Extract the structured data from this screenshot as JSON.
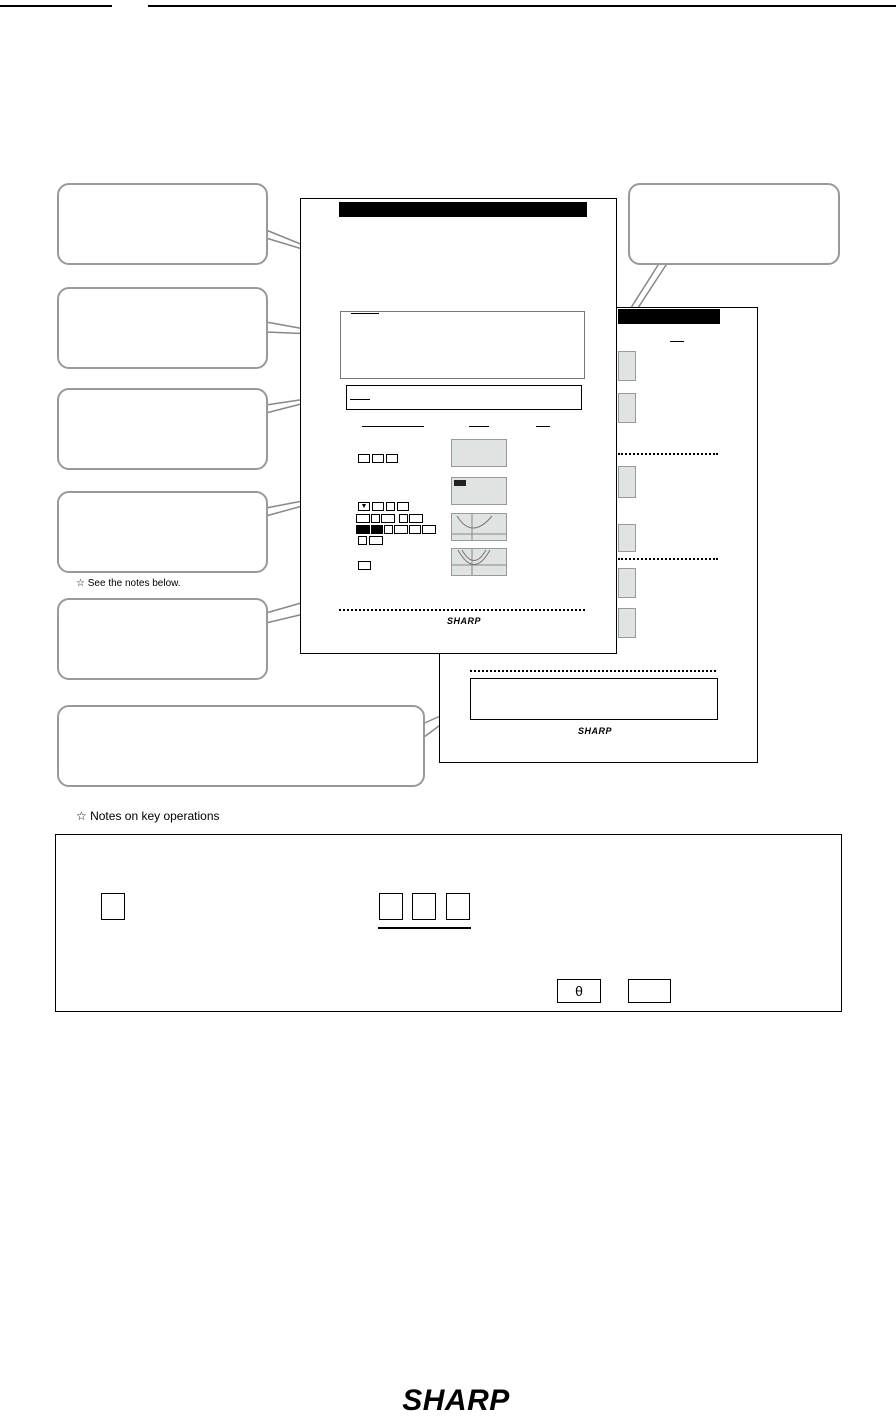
{
  "notes": {
    "see_notes_below": "☆ See the notes below.",
    "notes_heading": "☆ Notes on key operations"
  },
  "brand": {
    "sample_page_logo": "SHARP",
    "back_page_logo": "SHARP",
    "footer_logo": "SHARP"
  },
  "key_notes_panel": {
    "keys": [
      {
        "name": "blank-key",
        "label": ""
      },
      {
        "name": "key-1",
        "label": ""
      },
      {
        "name": "key-2",
        "label": ""
      },
      {
        "name": "key-3",
        "label": ""
      },
      {
        "name": "theta-key",
        "label": "θ"
      },
      {
        "name": "blank-key-2",
        "label": ""
      }
    ]
  },
  "colors": {
    "callout_border": "#999999",
    "screen_thumbnail": "#dfe3e2",
    "title_bar": "#000000"
  }
}
